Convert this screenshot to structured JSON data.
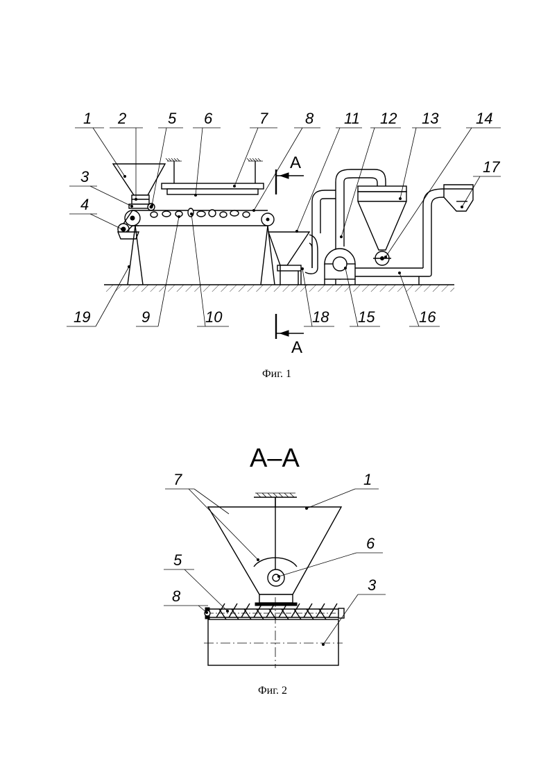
{
  "figure1": {
    "caption": "Фиг. 1",
    "section_mark": "A",
    "labels": [
      "1",
      "2",
      "5",
      "6",
      "7",
      "8",
      "11",
      "12",
      "13",
      "14",
      "3",
      "4",
      "17",
      "19",
      "9",
      "10",
      "18",
      "15",
      "16"
    ]
  },
  "figure2": {
    "caption": "Фиг. 2",
    "title": "А–А",
    "labels": [
      "7",
      "1",
      "6",
      "5",
      "8",
      "3"
    ]
  }
}
